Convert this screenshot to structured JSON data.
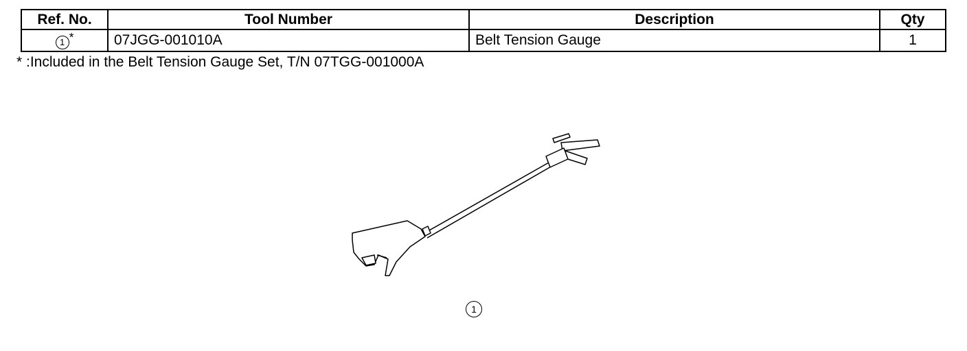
{
  "table": {
    "headers": {
      "ref_no": "Ref. No.",
      "tool_number": "Tool Number",
      "description": "Description",
      "qty": "Qty"
    },
    "rows": [
      {
        "ref_no": "1",
        "ref_marker": "*",
        "tool_number": "07JGG-001010A",
        "description": "Belt Tension Gauge",
        "qty": "1"
      }
    ]
  },
  "footnote": "* :Included in the Belt Tension Gauge Set, T/N 07TGG-001000A",
  "figure": {
    "label": "1",
    "icon": "belt-tension-gauge-drawing"
  }
}
